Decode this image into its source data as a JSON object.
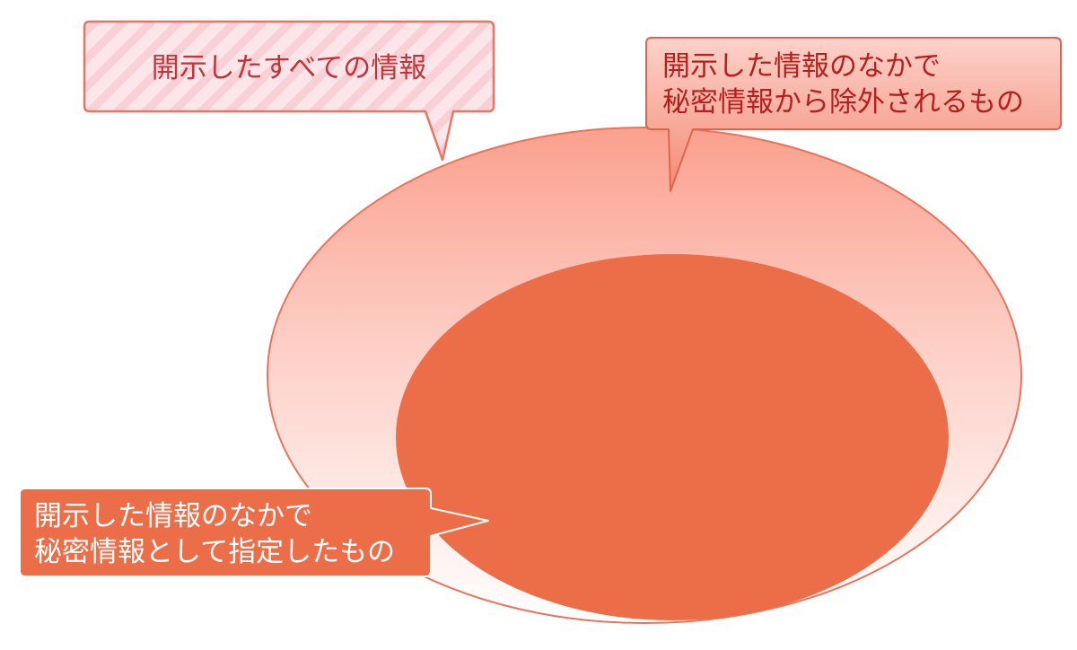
{
  "diagram": {
    "outer_region": {
      "label": "開示したすべての情報"
    },
    "excluded_callout": {
      "lines": [
        "開示した情報のなかで",
        "秘密情報から除外されるもの"
      ]
    },
    "designated_callout": {
      "lines": [
        "開示した情報のなかで",
        "秘密情報として指定したもの"
      ]
    },
    "colors": {
      "outer_fill_top": "#fba08e",
      "outer_fill_bottom": "#ffffff",
      "outer_stroke": "#e9735b",
      "inner_fill": "#ec6e49",
      "all_info_fill": "#fde6ea",
      "all_info_stripe": "#f6c9cf",
      "all_info_stroke": "#ea7565",
      "all_info_text": "#c0353a",
      "excluded_fill_top": "#fdd2ca",
      "excluded_fill_bottom": "#f27d67",
      "excluded_stroke": "#e06450",
      "excluded_text": "#b5201e",
      "designated_fill": "#ec6e49",
      "designated_text": "#ffffff"
    }
  }
}
